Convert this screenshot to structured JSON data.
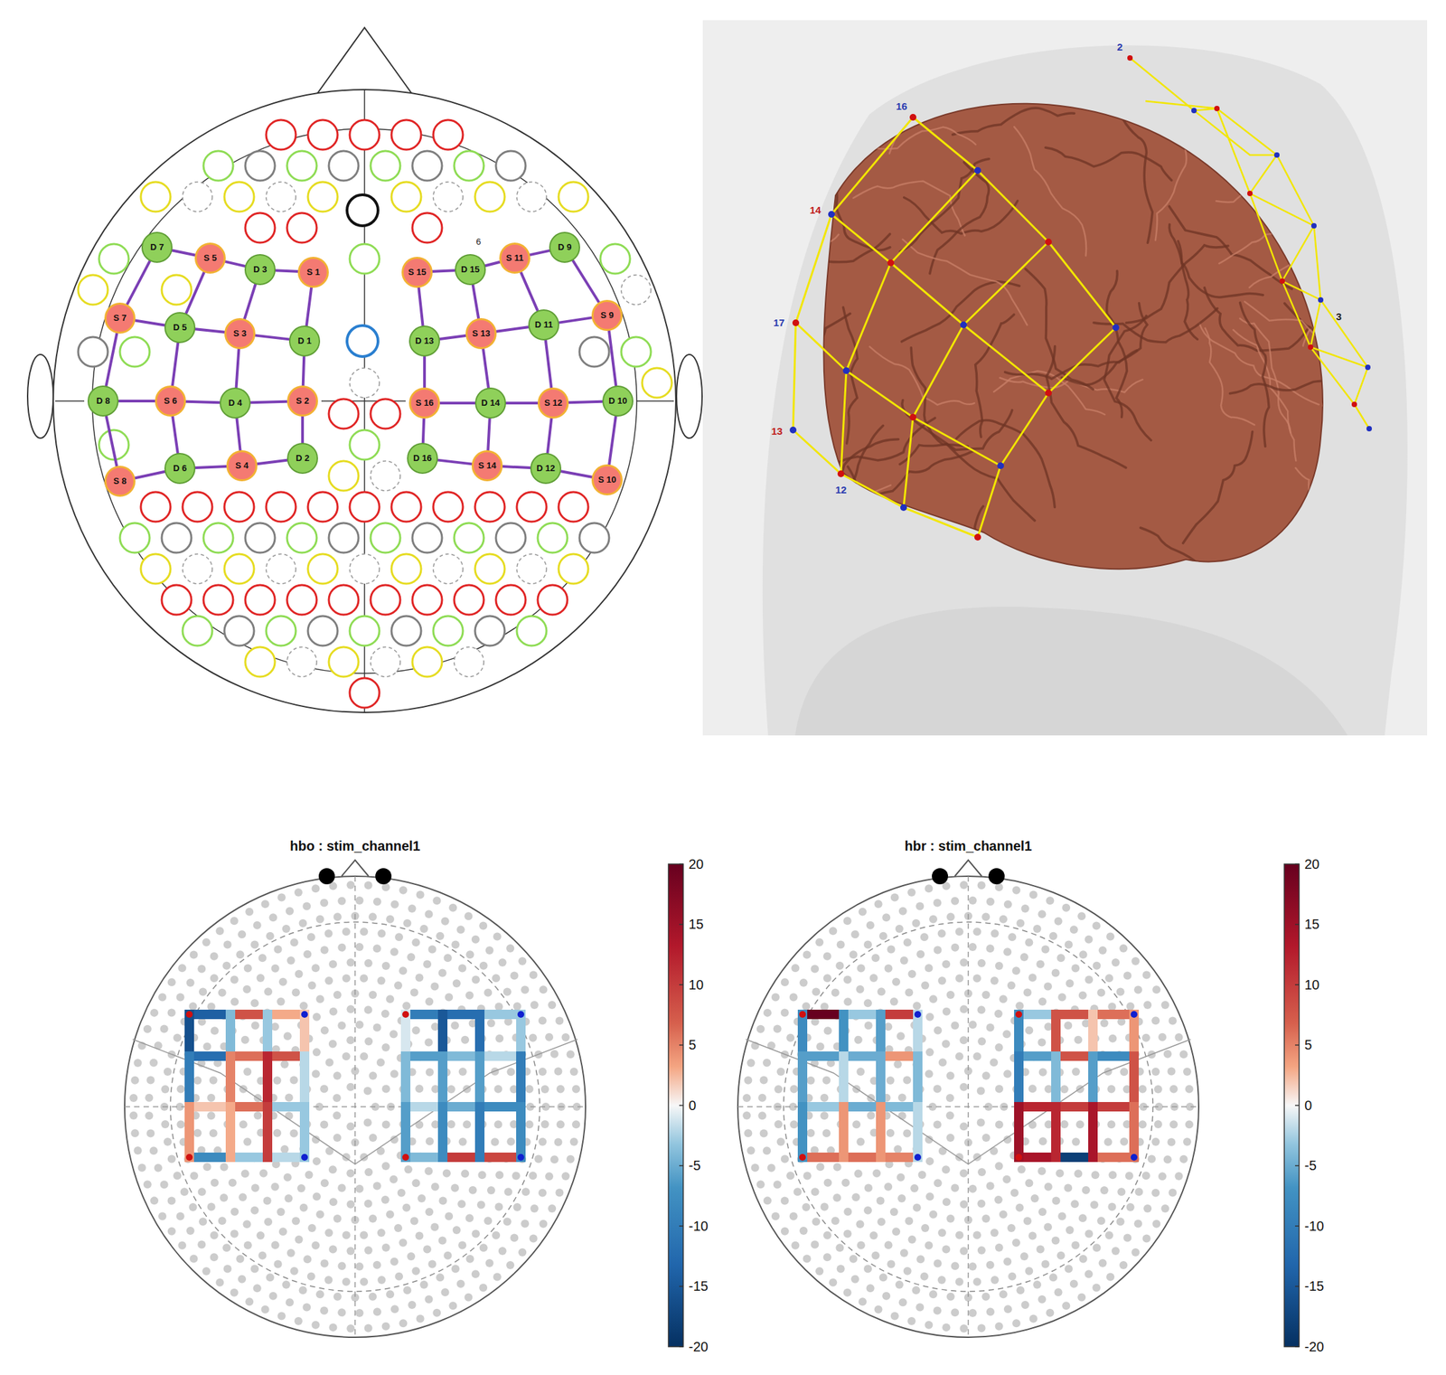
{
  "diagram": {
    "nodes": [
      {
        "text": [
          "D 7"
        ]
      },
      {
        "text": [
          "S 5"
        ]
      },
      {
        "text": [
          "D 3"
        ]
      },
      {
        "text": [
          "S 1"
        ]
      },
      {
        "text": [
          "S 15"
        ]
      },
      {
        "text": [
          "D 15"
        ]
      },
      {
        "text": [
          "S 11"
        ]
      },
      {
        "text": [
          "D 9"
        ]
      },
      {
        "text": [
          "S 7"
        ]
      },
      {
        "text": [
          "D 5"
        ]
      },
      {
        "text": [
          "S 3"
        ]
      },
      {
        "text": [
          "D 1"
        ]
      },
      {
        "text": [
          "D 13"
        ]
      },
      {
        "text": [
          "S 13"
        ]
      },
      {
        "text": [
          "D 11"
        ]
      },
      {
        "text": [
          "S 9"
        ]
      },
      {
        "text": [
          "D 8"
        ]
      },
      {
        "text": [
          "S 6"
        ]
      },
      {
        "text": [
          "D 4"
        ]
      },
      {
        "text": [
          "S 2"
        ]
      },
      {
        "text": [
          "S 16"
        ]
      },
      {
        "text": [
          "D 14"
        ]
      },
      {
        "text": [
          "S 12"
        ]
      },
      {
        "text": [
          "D 10"
        ]
      },
      {
        "text": [
          "S 8"
        ]
      },
      {
        "text": [
          "D 6"
        ]
      },
      {
        "text": [
          "S 4"
        ]
      },
      {
        "text": [
          "D 2"
        ]
      },
      {
        "text": [
          "D 16"
        ]
      },
      {
        "text": [
          "S 14"
        ]
      },
      {
        "text": [
          "D 12"
        ]
      },
      {
        "text": [
          "S 10"
        ]
      }
    ],
    "edges": [
      {
        "from": 0,
        "to": 1,
        "arrow": "none"
      },
      {
        "from": 1,
        "to": 2,
        "arrow": "none"
      },
      {
        "from": 2,
        "to": 3,
        "arrow": "none"
      },
      {
        "from": 4,
        "to": 5,
        "arrow": "none"
      },
      {
        "from": 5,
        "to": 6,
        "arrow": "none"
      },
      {
        "from": 6,
        "to": 7,
        "arrow": "none"
      },
      {
        "from": 8,
        "to": 9,
        "arrow": "none"
      },
      {
        "from": 9,
        "to": 10,
        "arrow": "none"
      },
      {
        "from": 10,
        "to": 11,
        "arrow": "none"
      },
      {
        "from": 12,
        "to": 13,
        "arrow": "none"
      },
      {
        "from": 13,
        "to": 14,
        "arrow": "none"
      },
      {
        "from": 14,
        "to": 15,
        "arrow": "none"
      },
      {
        "from": 16,
        "to": 17,
        "arrow": "none"
      },
      {
        "from": 17,
        "to": 18,
        "arrow": "none"
      },
      {
        "from": 18,
        "to": 19,
        "arrow": "none"
      },
      {
        "from": 20,
        "to": 21,
        "arrow": "none"
      },
      {
        "from": 21,
        "to": 22,
        "arrow": "none"
      },
      {
        "from": 22,
        "to": 23,
        "arrow": "none"
      },
      {
        "from": 24,
        "to": 25,
        "arrow": "none"
      },
      {
        "from": 25,
        "to": 26,
        "arrow": "none"
      },
      {
        "from": 26,
        "to": 27,
        "arrow": "none"
      },
      {
        "from": 28,
        "to": 29,
        "arrow": "none"
      },
      {
        "from": 29,
        "to": 30,
        "arrow": "none"
      },
      {
        "from": 30,
        "to": 31,
        "arrow": "none"
      },
      {
        "from": 0,
        "to": 8,
        "arrow": "none"
      },
      {
        "from": 1,
        "to": 9,
        "arrow": "none"
      },
      {
        "from": 2,
        "to": 10,
        "arrow": "none"
      },
      {
        "from": 3,
        "to": 11,
        "arrow": "none"
      },
      {
        "from": 4,
        "to": 12,
        "arrow": "none"
      },
      {
        "from": 5,
        "to": 13,
        "arrow": "none"
      },
      {
        "from": 6,
        "to": 14,
        "arrow": "none"
      },
      {
        "from": 7,
        "to": 15,
        "arrow": "none"
      },
      {
        "from": 8,
        "to": 16,
        "arrow": "none"
      },
      {
        "from": 9,
        "to": 17,
        "arrow": "none"
      },
      {
        "from": 10,
        "to": 18,
        "arrow": "none"
      },
      {
        "from": 11,
        "to": 19,
        "arrow": "none"
      },
      {
        "from": 12,
        "to": 20,
        "arrow": "none"
      },
      {
        "from": 13,
        "to": 21,
        "arrow": "none"
      },
      {
        "from": 14,
        "to": 22,
        "arrow": "none"
      },
      {
        "from": 15,
        "to": 23,
        "arrow": "none"
      },
      {
        "from": 16,
        "to": 24,
        "arrow": "none"
      },
      {
        "from": 17,
        "to": 25,
        "arrow": "none"
      },
      {
        "from": 18,
        "to": 26,
        "arrow": "none"
      },
      {
        "from": 19,
        "to": 27,
        "arrow": "none"
      },
      {
        "from": 20,
        "to": 28,
        "arrow": "none"
      },
      {
        "from": 21,
        "to": 29,
        "arrow": "none"
      },
      {
        "from": 22,
        "to": 30,
        "arrow": "none"
      },
      {
        "from": 23,
        "to": 31,
        "arrow": "none"
      }
    ],
    "labels": [
      "6",
      "2",
      "16",
      "14",
      "17",
      "13",
      "12",
      "3",
      "hbo : stim_channel1",
      "20",
      "15",
      "10",
      "5",
      "0",
      "-5",
      "-10",
      "-15",
      "-20",
      "hbr : stim_channel1",
      "20",
      "15",
      "10",
      "5",
      "0",
      "-5",
      "-10",
      "-15",
      "-20"
    ]
  }
}
